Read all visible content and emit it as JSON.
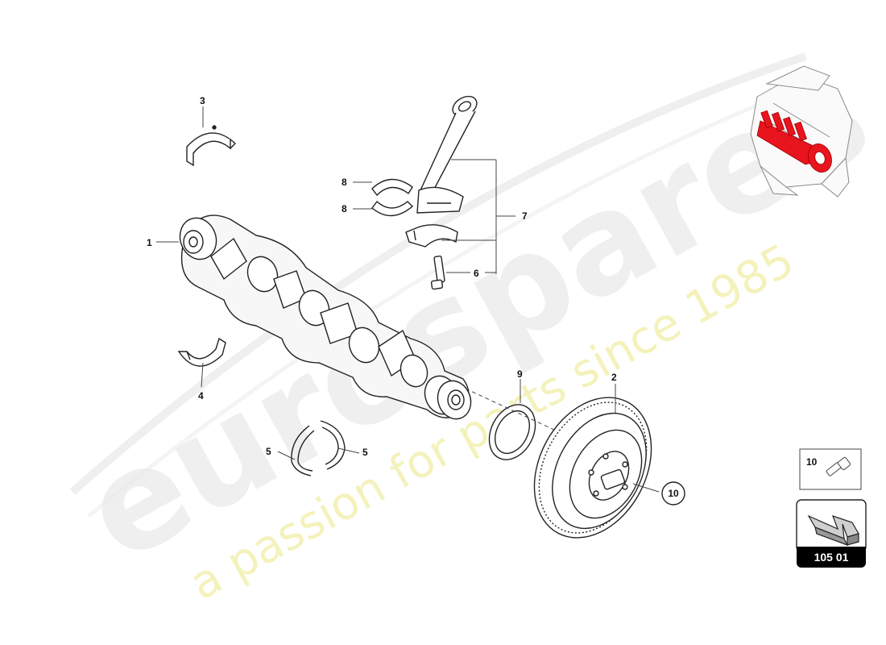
{
  "diagram": {
    "callouts": {
      "c1": "1",
      "c2": "2",
      "c3": "3",
      "c4": "4",
      "c5a": "5",
      "c5b": "5",
      "c6": "6",
      "c7": "7",
      "c8a": "8",
      "c8b": "8",
      "c9": "9",
      "c10": "10"
    },
    "inset_label": "10",
    "page_code": "105 01"
  },
  "watermark": {
    "brand": "eurospares",
    "tagline": "a passion for parts since 1985"
  },
  "colors": {
    "highlight": "#e8141e",
    "watermark_brand": "#e9e9e9",
    "watermark_tagline": "#f3f1b4"
  }
}
